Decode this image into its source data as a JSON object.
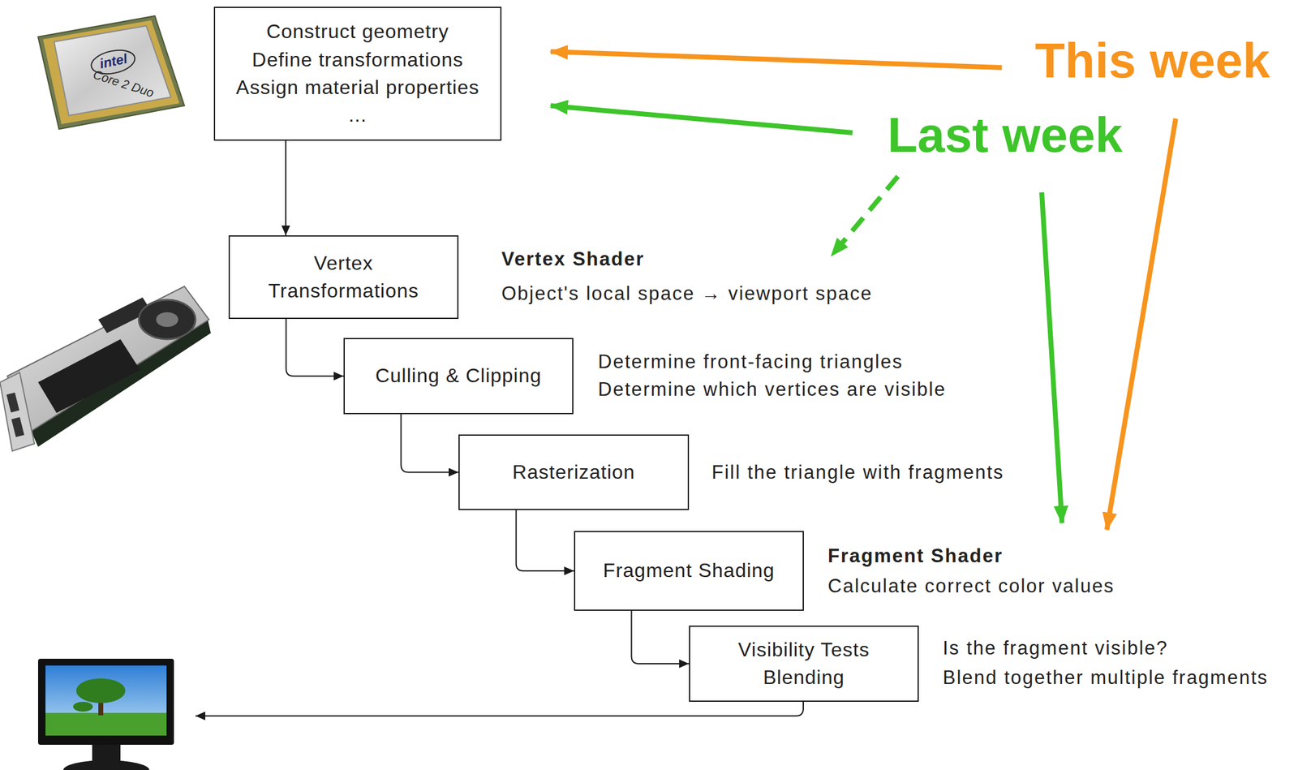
{
  "diagram": {
    "nodes": [
      {
        "text": [
          "Construct geometry",
          "Define transformations",
          "Assign material properties",
          "..."
        ]
      },
      {
        "text": [
          "Vertex Transformations"
        ]
      },
      {
        "text": [
          "Culling & Clipping"
        ]
      },
      {
        "text": [
          "Rasterization"
        ]
      },
      {
        "text": [
          "Fragment Shading"
        ]
      },
      {
        "text": [
          "Visibility Tests",
          "Blending"
        ]
      }
    ],
    "edges": [
      {
        "from": 0,
        "to": 1,
        "arrow": "to"
      },
      {
        "from": 1,
        "to": 2,
        "arrow": "to"
      },
      {
        "from": 2,
        "to": 3,
        "arrow": "to"
      },
      {
        "from": 3,
        "to": 4,
        "arrow": "to"
      },
      {
        "from": 4,
        "to": 5,
        "arrow": "to"
      }
    ],
    "labels": [
      "This week",
      "Last week",
      "Vertex Shader",
      "Object's local space → viewport space",
      "Determine front-facing triangles",
      "Determine which vertices are visible",
      "Fill the triangle with fragments",
      "Fragment Shader",
      "Calculate correct color values",
      "Is the fragment visible?",
      "Blend together multiple fragments",
      "intel",
      "Core 2 Duo"
    ]
  }
}
